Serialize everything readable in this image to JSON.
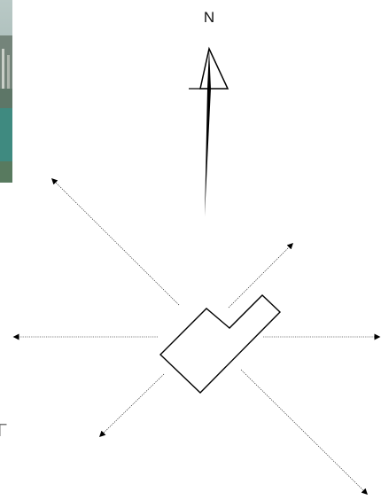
{
  "compass": {
    "label": "N"
  },
  "colors": {
    "line": "#000000",
    "photo_sky": "#9fb6b8",
    "photo_city": "#6f7f73",
    "photo_river": "#4f8f86"
  },
  "icons": {
    "north_arrow": "north-arrow-icon",
    "view_arrow": "triangle-arrowhead-icon"
  },
  "views": [
    {
      "direction": "north-west"
    },
    {
      "direction": "north-east"
    },
    {
      "direction": "west"
    },
    {
      "direction": "east"
    },
    {
      "direction": "south-west"
    },
    {
      "direction": "south-east"
    }
  ],
  "edge_fragment": "Γ"
}
